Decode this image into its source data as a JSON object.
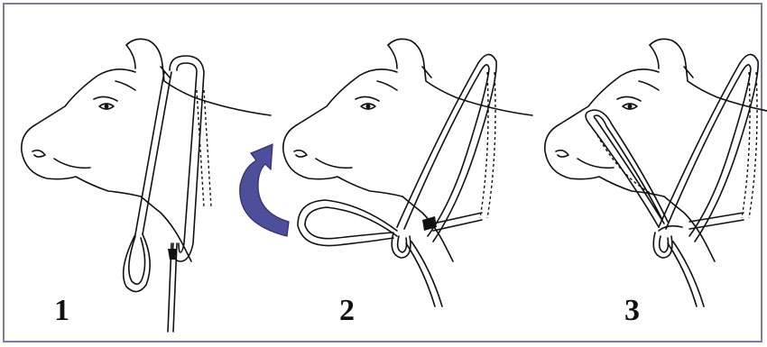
{
  "steps": [
    {
      "number": "1"
    },
    {
      "number": "2"
    },
    {
      "number": "3"
    }
  ],
  "colors": {
    "frame_border": "#7d7aa6",
    "arrow": "#4f4e9a",
    "ink": "#111111"
  },
  "icons": {
    "transition_arrow": "curved-arrow-icon"
  }
}
